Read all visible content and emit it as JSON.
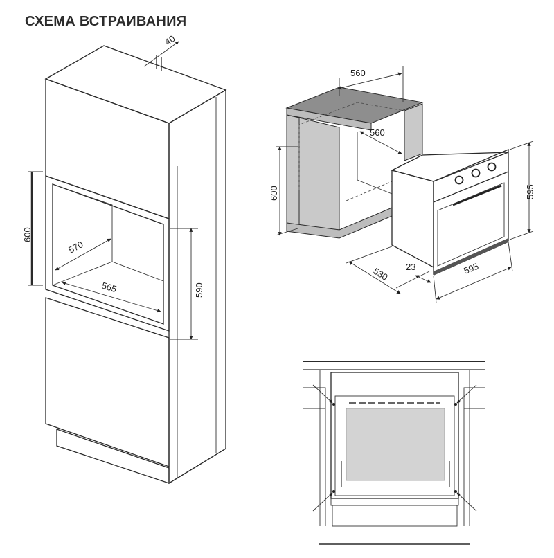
{
  "title": "СХЕМА ВСТРАИВАНИЯ",
  "cabinet_dims": {
    "d40": "40",
    "d600": "600",
    "d570": "570",
    "d565": "565",
    "d590": "590"
  },
  "oven_dims": {
    "d560_top": "560",
    "d560_inner": "560",
    "d600": "600",
    "d595_h": "595",
    "d530": "530",
    "d23": "23",
    "d595_w": "595"
  },
  "colors": {
    "line": "#2a2a2a",
    "cabinet_fill": "#c8c8c8",
    "cabinet_top": "#9a9a9a",
    "window": "#d0d0d0"
  }
}
